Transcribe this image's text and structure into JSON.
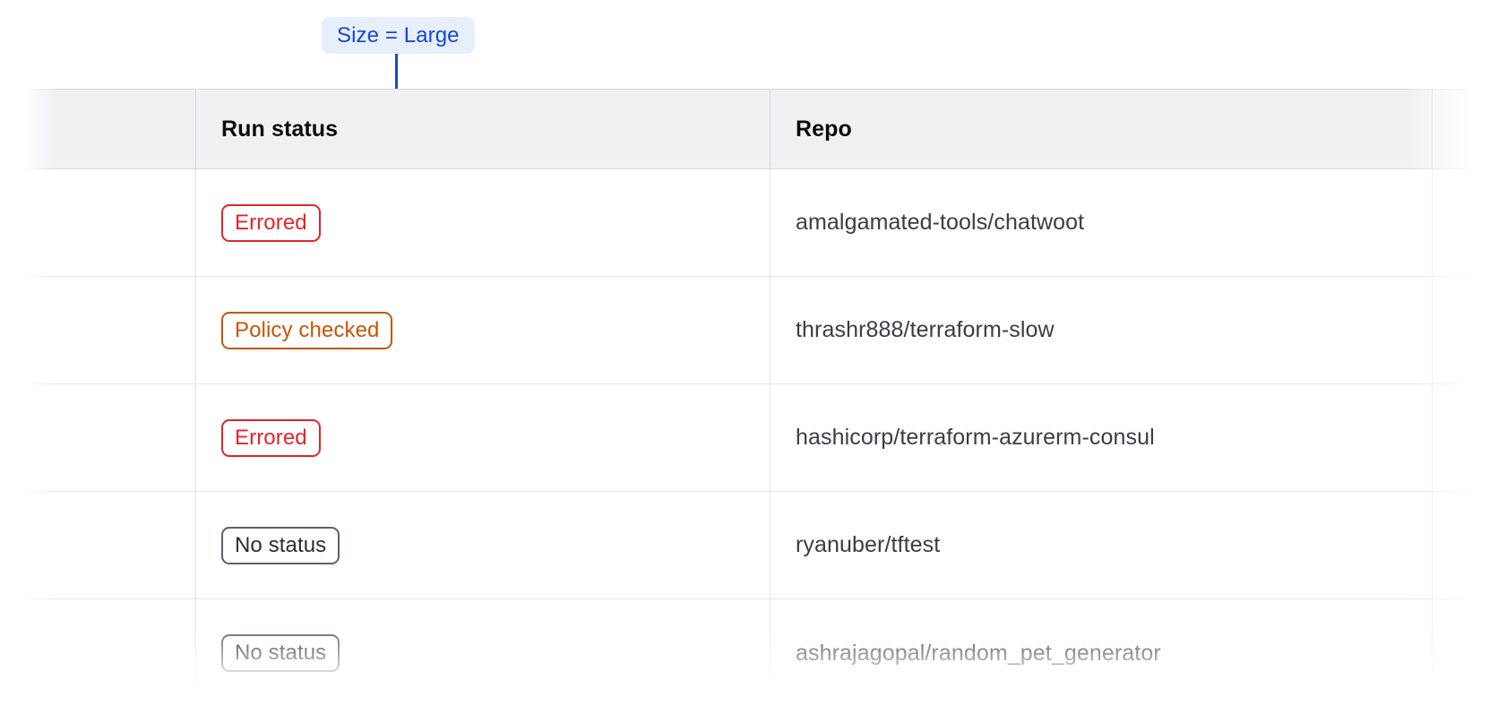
{
  "annotation": {
    "label": "Size = Large",
    "pill_bg": "#e7eefc",
    "pill_text_color": "#1448d4",
    "connector_color": "#1a48c8"
  },
  "table": {
    "columns": [
      {
        "key": "select",
        "label": ""
      },
      {
        "key": "run_status",
        "label": "Run status"
      },
      {
        "key": "repo",
        "label": "Repo"
      }
    ],
    "rows": [
      {
        "run_status": "Errored",
        "status_variant": "errored",
        "repo": "amalgamated-tools/chatwoot"
      },
      {
        "run_status": "Policy checked",
        "status_variant": "policy",
        "repo": "thrashr888/terraform-slow"
      },
      {
        "run_status": "Errored",
        "status_variant": "errored",
        "repo": "hashicorp/terraform-azurerm-consul"
      },
      {
        "run_status": "No status",
        "status_variant": "nostatus",
        "repo": "ryanuber/tftest"
      },
      {
        "run_status": "No status",
        "status_variant": "nostatus",
        "repo": "ashrajagopal/random_pet_generator"
      }
    ]
  },
  "colors": {
    "errored": "#e0262c",
    "policy_checked": "#c25608",
    "no_status": "#2b2e38",
    "header_bg": "#f0f1f3",
    "border": "#e3e5ea"
  }
}
